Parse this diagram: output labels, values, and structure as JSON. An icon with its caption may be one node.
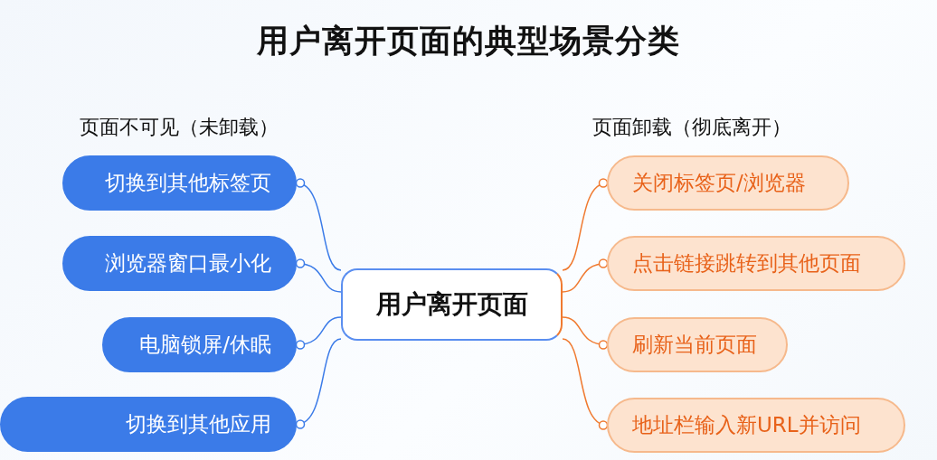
{
  "diagram": {
    "title": "用户离开页面的典型场景分类",
    "nodes": [
      {
        "text": [
          "用户离开页面"
        ]
      },
      {
        "text": [
          "切换到其他标签页"
        ]
      },
      {
        "text": [
          "浏览器窗口最小化"
        ]
      },
      {
        "text": [
          "电脑锁屏/休眠"
        ]
      },
      {
        "text": [
          "切换到其他应用"
        ]
      },
      {
        "text": [
          "关闭标签页/浏览器"
        ]
      },
      {
        "text": [
          "点击链接跳转到其他页面"
        ]
      },
      {
        "text": [
          "刷新当前页面"
        ]
      },
      {
        "text": [
          "地址栏输入新URL并访问"
        ]
      }
    ],
    "edges": [
      {
        "from": 0,
        "to": 1,
        "arrow": "other",
        "color": "#3b7be8"
      },
      {
        "from": 0,
        "to": 2,
        "arrow": "other",
        "color": "#3b7be8"
      },
      {
        "from": 0,
        "to": 3,
        "arrow": "other",
        "color": "#3b7be8"
      },
      {
        "from": 0,
        "to": 4,
        "arrow": "other",
        "color": "#3b7be8"
      },
      {
        "from": 0,
        "to": 5,
        "arrow": "other",
        "color": "#f07a30"
      },
      {
        "from": 0,
        "to": 6,
        "arrow": "other",
        "color": "#f07a30"
      },
      {
        "from": 0,
        "to": 7,
        "arrow": "other",
        "color": "#f07a30"
      },
      {
        "from": 0,
        "to": 8,
        "arrow": "other",
        "color": "#f07a30"
      }
    ],
    "labels": [
      "页面不可见（未卸载）",
      "页面卸载（彻底离开）"
    ]
  }
}
